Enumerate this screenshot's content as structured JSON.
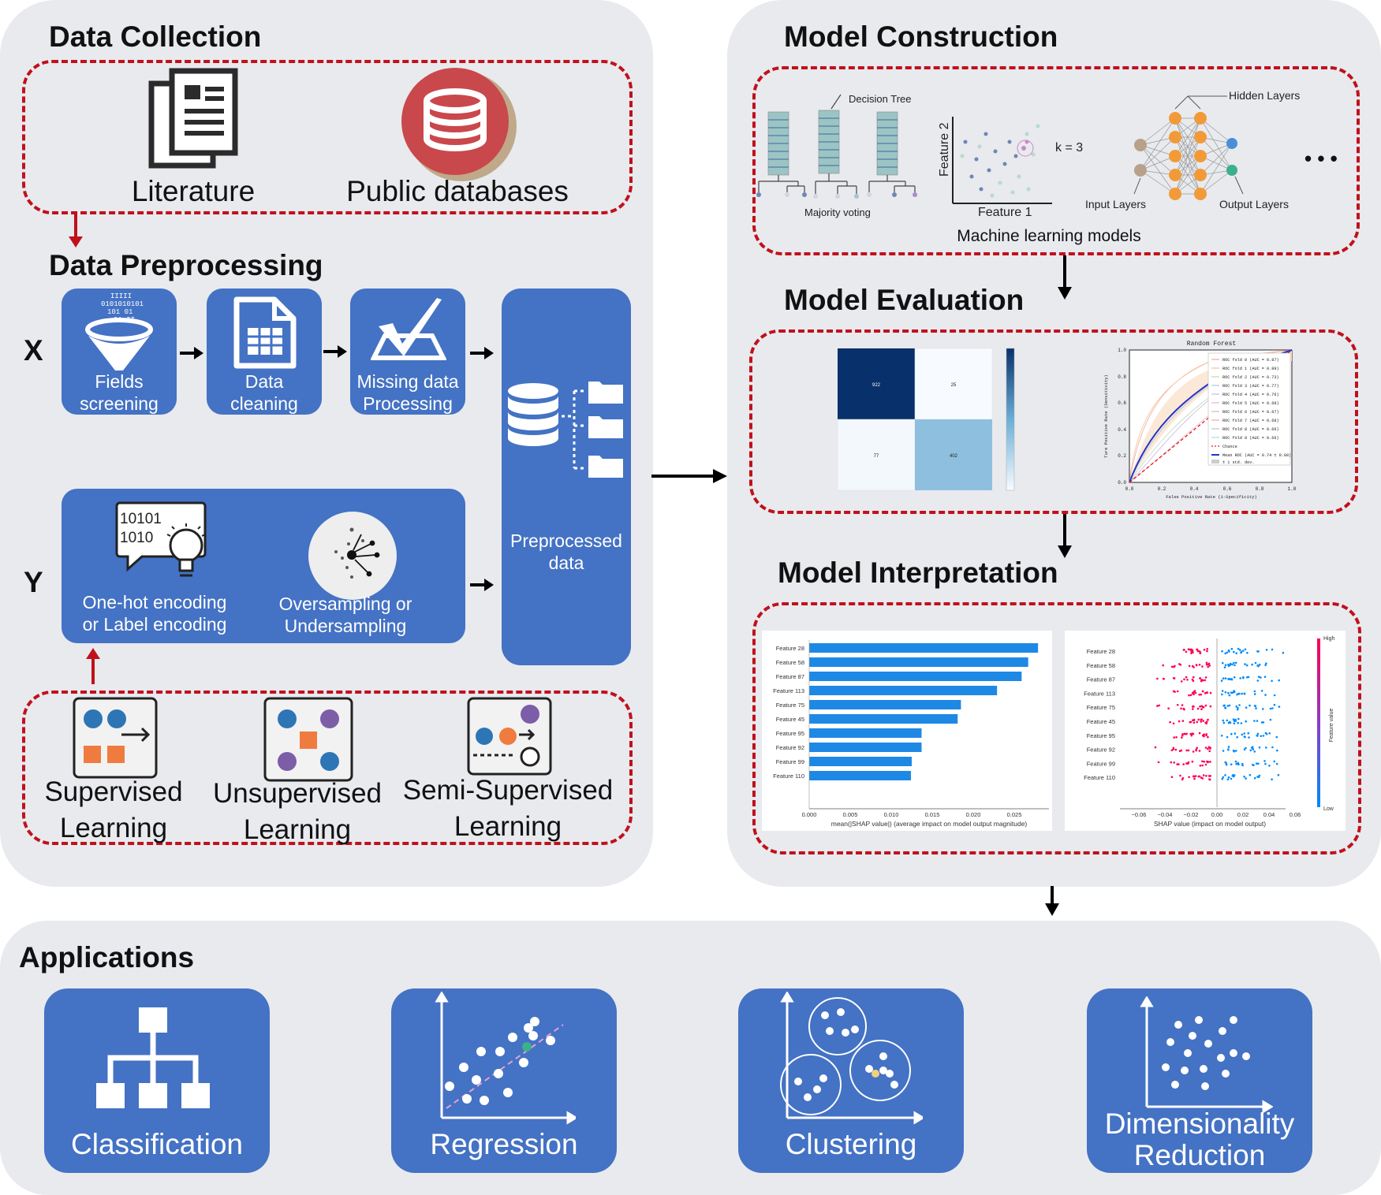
{
  "data_collection": {
    "title": "Data Collection",
    "literature": "Literature",
    "public_db": "Public databases"
  },
  "data_preprocessing": {
    "title": "Data Preprocessing",
    "x_label": "X",
    "y_label": "Y",
    "fields_screening": "Fields screening",
    "data_cleaning": "Data cleaning",
    "missing_data": "Missing data Processing",
    "preprocessed": "Preprocessed data",
    "onehot": "One-hot encoding or Label encoding",
    "binary_top": "10101",
    "binary_bottom": "1010",
    "oversampling": "Oversampling or Undersampling"
  },
  "learning": {
    "supervised": "Supervised Learning",
    "unsupervised": "Unsupervised Learning",
    "semi": "Semi-Supervised Learning"
  },
  "model_construction": {
    "title": "Model Construction",
    "decision_tree": "Decision Tree",
    "majority_voting": "Majority voting",
    "feature1": "Feature 1",
    "feature2": "Feature 2",
    "k": "k = 3",
    "hidden": "Hidden Layers",
    "input": "Input Layers",
    "output": "Output Layers",
    "ellipsis": "• • •",
    "caption": "Machine learning models"
  },
  "model_evaluation": {
    "title": "Model Evaluation",
    "cm_values": [
      "922",
      "25",
      "77",
      "402"
    ],
    "roc_title": "Random Forest",
    "roc_xlabel": "False Positive Rate (1-Specificity)",
    "roc_ylabel": "Ture Positive Rate (Sensitivity)",
    "roc_legend": [
      "ROC fold 0 (AUC = 0.87)",
      "ROC fold 1 (AUC = 0.89)",
      "ROC fold 2 (AUC = 0.73)",
      "ROC fold 3 (AUC = 0.77)",
      "ROC fold 4 (AUC = 0.76)",
      "ROC fold 5 (AUC = 0.68)",
      "ROC fold 6 (AUC = 0.67)",
      "ROC fold 7 (AUC = 0.68)",
      "ROC fold 8 (AUC = 0.66)",
      "ROC fold 9 (AUC = 0.66)",
      "Chance",
      "Mean ROC (AUC = 0.74 ± 0.08)",
      "± 1 std. dev."
    ],
    "roc_ticks": [
      "0.0",
      "0.2",
      "0.4",
      "0.6",
      "0.8",
      "1.0"
    ]
  },
  "model_interpretation": {
    "title": "Model Interpretation",
    "features": [
      "Feature 28",
      "Feature 58",
      "Feature 87",
      "Feature 113",
      "Feature 75",
      "Feature 45",
      "Feature 95",
      "Feature 92",
      "Feature 99",
      "Feature 110"
    ],
    "bar_values": [
      0.0279,
      0.0267,
      0.0259,
      0.0229,
      0.0185,
      0.0181,
      0.0137,
      0.0137,
      0.0125,
      0.0124
    ],
    "bar_xticks": [
      "0.000",
      "0.005",
      "0.010",
      "0.015",
      "0.020",
      "0.025"
    ],
    "bar_xlabel": "mean(|SHAP value|) (average impact on model output magnitude)",
    "shap_xticks": [
      "−0.06",
      "−0.04",
      "−0.02",
      "0.00",
      "0.02",
      "0.04",
      "0.06"
    ],
    "shap_xlabel": "SHAP value (impact on model output)",
    "high": "High",
    "low": "Low",
    "feature_value": "Feature value"
  },
  "applications": {
    "title": "Applications",
    "classification": "Classification",
    "regression": "Regression",
    "clustering": "Clustering",
    "dim_line1": "Dimensionality",
    "dim_line2": "Reduction"
  },
  "colors": {
    "panel": "#e8eaee",
    "blue": "#4472c4",
    "dash_red": "#c0111b",
    "orange": "#f07b3f",
    "dot_blue": "#2e75b6",
    "purple": "#7b5ea7"
  }
}
